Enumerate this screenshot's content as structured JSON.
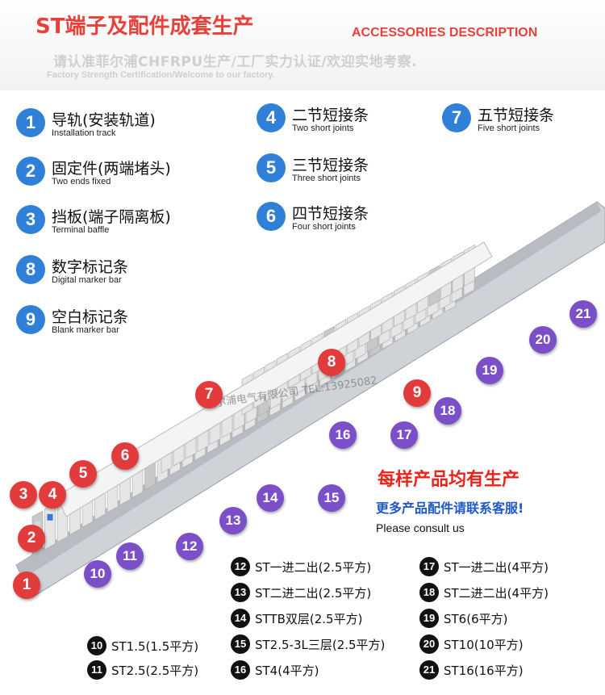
{
  "header": {
    "title": "ST端子及配件成套生产",
    "title_en": "ACCESSORIES DESCRIPTION",
    "subtitle": "请认准菲尔浦CHFRPU生产/工厂实力认证/欢迎实地考察.",
    "subtitle_en": "Factory Strength Certification/Welcome to our factory."
  },
  "legend": [
    {
      "num": "1",
      "cn": "导轨(安装轨道)",
      "en": "Installation track"
    },
    {
      "num": "2",
      "cn": "固定件(两端堵头)",
      "en": "Two ends fixed"
    },
    {
      "num": "3",
      "cn": "挡板(端子隔离板)",
      "en": "Terminal baffle"
    },
    {
      "num": "8",
      "cn": "数字标记条",
      "en": "Digital marker bar"
    },
    {
      "num": "9",
      "cn": "空白标记条",
      "en": "Blank marker bar"
    },
    {
      "num": "4",
      "cn": "二节短接条",
      "en": "Two short joints"
    },
    {
      "num": "5",
      "cn": "三节短接条",
      "en": "Three short joints"
    },
    {
      "num": "6",
      "cn": "四节短接条",
      "en": "Four short joints"
    },
    {
      "num": "7",
      "cn": "五节短接条",
      "en": "Five short joints"
    }
  ],
  "callouts": [
    "1",
    "2",
    "3",
    "4",
    "5",
    "6",
    "7",
    "8",
    "9",
    "10",
    "11",
    "12",
    "13",
    "14",
    "15",
    "16",
    "17",
    "18",
    "19",
    "20",
    "21"
  ],
  "watermark": "菲尔浦电气有限公司 TEL:13925082",
  "promo": {
    "line1": "每样产品均有生产",
    "line2": "更多产品配件请联系客服!",
    "line3": "Please consult us"
  },
  "specs": [
    {
      "num": "10",
      "label": "ST1.5(1.5平方)"
    },
    {
      "num": "11",
      "label": "ST2.5(2.5平方)"
    },
    {
      "num": "12",
      "label": "ST一进二出(2.5平方)"
    },
    {
      "num": "13",
      "label": "ST二进二出(2.5平方)"
    },
    {
      "num": "14",
      "label": "STTB双层(2.5平方)"
    },
    {
      "num": "15",
      "label": "ST2.5-3L三层(2.5平方)"
    },
    {
      "num": "16",
      "label": "ST4(4平方)"
    },
    {
      "num": "17",
      "label": "ST一进二出(4平方)"
    },
    {
      "num": "18",
      "label": "ST二进二出(4平方)"
    },
    {
      "num": "19",
      "label": "ST6(6平方)"
    },
    {
      "num": "20",
      "label": "ST10(10平方)"
    },
    {
      "num": "21",
      "label": "ST16(16平方)"
    }
  ],
  "colors": {
    "accent_red": "#e8413a",
    "legend_blue": "#2f80d6",
    "callout_red": "#e23b3b",
    "callout_purple": "#7a4fc7",
    "promo_blue": "#1f58c9"
  }
}
